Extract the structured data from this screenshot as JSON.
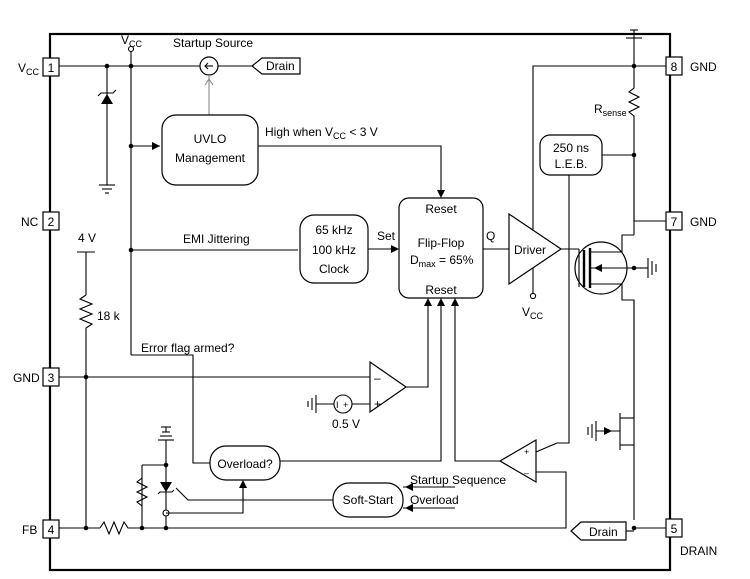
{
  "pins": [
    {
      "num": "1",
      "name": "V",
      "sub": "CC"
    },
    {
      "num": "2",
      "name": "NC"
    },
    {
      "num": "3",
      "name": "GND"
    },
    {
      "num": "4",
      "name": "FB"
    },
    {
      "num": "8",
      "name": "GND"
    },
    {
      "num": "7",
      "name": "GND"
    },
    {
      "num": "5",
      "name": "DRAIN"
    }
  ],
  "labels": {
    "vcc_top": "V",
    "vcc_top_sub": "CC",
    "startup_source": "Startup Source",
    "drain_top": "Drain",
    "uvlo_line1": "UVLO",
    "uvlo_line2": "Management",
    "high_when_pre": "High when V",
    "high_when_sub": "CC",
    "high_when_post": " < 3 V",
    "clock_line1": "65 kHz",
    "clock_line2": "100 kHz",
    "clock_line3": "Clock",
    "emi": "EMI Jittering",
    "set": "Set",
    "ff_reset_top": "Reset",
    "ff_title": "Flip-Flop",
    "ff_dmax": "D",
    "ff_dmax_sub": "max",
    "ff_dmax_val": " = 65%",
    "ff_reset_bottom": "Reset",
    "q": "Q",
    "driver": "Driver",
    "vcc_driver": "V",
    "vcc_driver_sub": "CC",
    "leb_line1": "250 ns",
    "leb_line2": "L.E.B.",
    "rsense": "R",
    "rsense_sub": "sense",
    "four_v": "4 V",
    "eighteen_k": "18 k",
    "error_flag": "Error flag armed?",
    "half_volt": "0.5 V",
    "overload_q": "Overload?",
    "soft_start": "Soft-Start",
    "startup_seq": "Startup Sequence",
    "overload": "Overload",
    "drain_bottom": "Drain",
    "plus": "+",
    "minus": "–"
  }
}
